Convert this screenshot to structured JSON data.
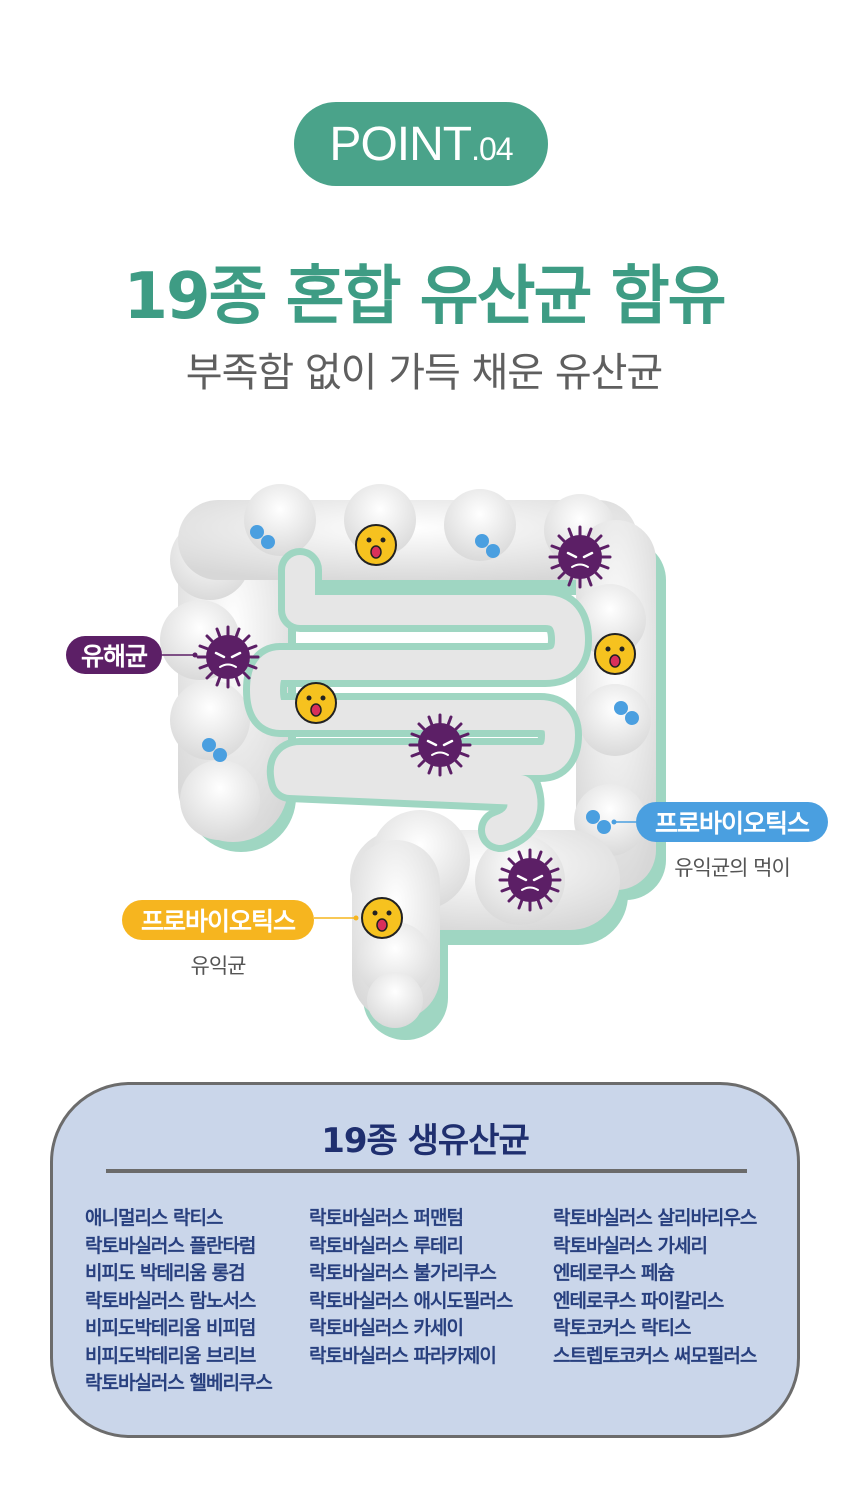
{
  "badge": {
    "point": "POINT",
    "num": ".04"
  },
  "title": "19종 혼합 유산균 함유",
  "subtitle": "부족함 없이 가득 채운 유산균",
  "labels": {
    "harmful": "유해균",
    "probiotics_blue": "프로바이오틱스",
    "probiotics_blue_caption": "유익균의 먹이",
    "probiotics_yellow": "프로바이오틱스",
    "probiotics_yellow_caption": "유익균"
  },
  "strains": {
    "title": "19종 생유산균",
    "columns": [
      [
        "애니멀리스 락티스",
        "락토바실러스 플란타럼",
        "비피도 박테리움 롱검",
        "락토바실러스 람노서스",
        "비피도박테리움 비피덤",
        "비피도박테리움 브리브",
        "락토바실러스 헬베리쿠스"
      ],
      [
        "락토바실러스 퍼맨텀",
        "락토바실러스 루테리",
        "락토바실러스 불가리쿠스",
        "락토바실러스 애시도필러스",
        "락토바실러스 카세이",
        "락토바실러스 파라카제이"
      ],
      [
        "락토바실러스 살리바리우스",
        "락토바실러스 가세리",
        "엔테로쿠스 페슘",
        "엔테로쿠스 파이칼리스",
        "락토코커스 락티스",
        "스트렙토코커스 써모필러스"
      ]
    ]
  },
  "colors": {
    "accent": "#3e9c84",
    "harmful": "#5c1f66",
    "blue": "#4a9fe0",
    "yellow": "#f6b51f",
    "box_bg": "#cad6ea",
    "box_text": "#28407f"
  }
}
